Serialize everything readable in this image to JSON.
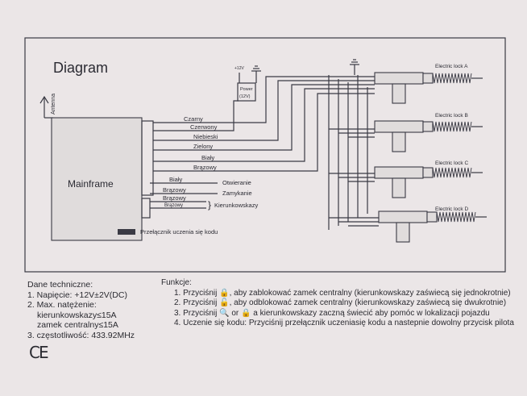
{
  "diagram": {
    "title": "Diagram",
    "antenna_label": "Antenna",
    "mainframe_label": "Mainframe",
    "power_label": "Power",
    "power_voltage": "(12V)",
    "power_plus": "+12V",
    "learn_switch_label": "Przełącznik uczenia się kodu",
    "wires": [
      {
        "label": "Czarny"
      },
      {
        "label": "Czerwony"
      },
      {
        "label": "Niebieski"
      },
      {
        "label": "Zielony"
      },
      {
        "label": "Biały"
      },
      {
        "label": "Brązowy"
      }
    ],
    "lower_wires": [
      {
        "label": "Biały",
        "target": "Otwieranie"
      },
      {
        "label": "Brązowy",
        "target": "Zamykanie"
      },
      {
        "label": "Brązowy",
        "target": ""
      },
      {
        "label": "Brązowy",
        "target": ""
      }
    ],
    "turn_signal_label": "Kierunkowskazy",
    "locks": [
      {
        "label": "Electric lock A"
      },
      {
        "label": "Electric lock B"
      },
      {
        "label": "Electric lock C"
      },
      {
        "label": "Electric lock D"
      }
    ]
  },
  "tech": {
    "heading": "Dane techniczne:",
    "lines": [
      "1. Napięcie: +12V±2V(DC)",
      "2. Max. natężenie:",
      "kierunkowskazy≤15A",
      "zamek centralny≤15A",
      "3. częstotliwość: 433.92MHz"
    ],
    "ce_mark": "CE"
  },
  "functions": {
    "heading": "Funkcje:",
    "items": [
      "1. Przyciśnij 🔒, aby zablokować zamek centralny (kierunkowskazy zaświecą się jednokrotnie)",
      "2. Przyciśnij 🔓, aby odblokować zamek centralny (kierunkowskazy zaświecą się dwukrotnie)",
      "3. Przyciśnij 🔍 or 🔒 a kierunkowskazy zaczną świecić aby pomóc w lokalizacji pojazdu",
      "4. Uczenie się kodu: Przyciśnij przełącznik uczeniasię kodu a nastepnie dowolny przycisk pilota"
    ]
  }
}
